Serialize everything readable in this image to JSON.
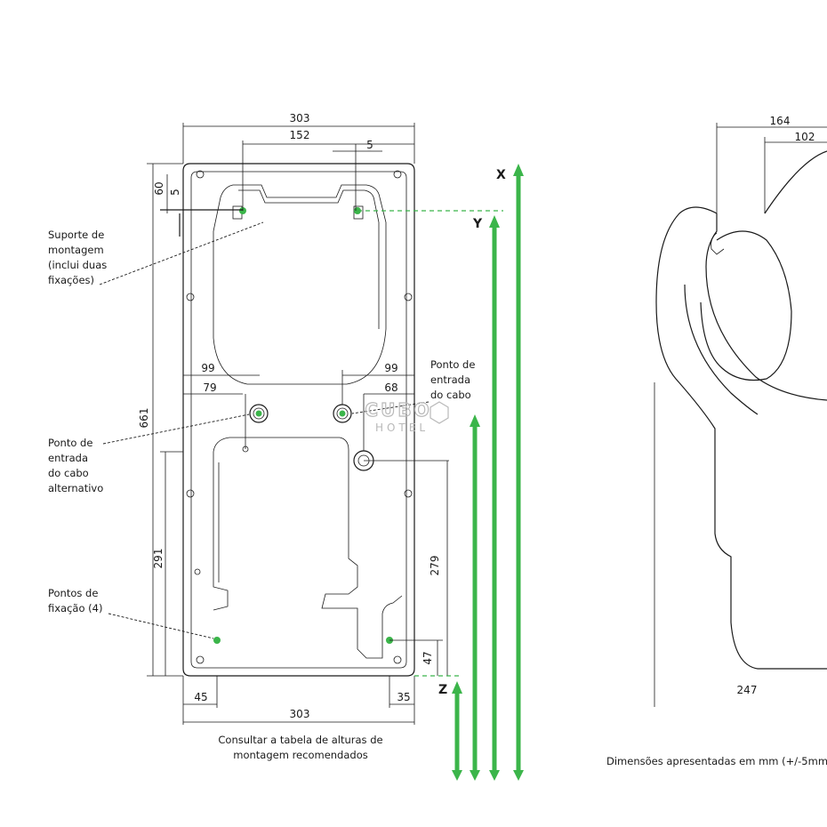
{
  "dimensions": {
    "d303_top": "303",
    "d152": "152",
    "d5_top": "5",
    "d60": "60",
    "d5_left": "5",
    "d661": "661",
    "d99_left": "99",
    "d79": "79",
    "d99_right": "99",
    "d68": "68",
    "d291": "291",
    "d279": "279",
    "d47": "47",
    "d45": "45",
    "d35": "35",
    "d303_bottom": "303",
    "d164": "164",
    "d102": "102",
    "d247": "247"
  },
  "labels": {
    "mounting_bracket": [
      "Suporte de",
      "montagem",
      "(inclui duas",
      "fixações)"
    ],
    "cable_entry": [
      "Ponto de",
      "entrada",
      "do cabo"
    ],
    "alt_cable_entry": [
      "Ponto de",
      "entrada",
      "do cabo",
      "alternativo"
    ],
    "fixing_points": [
      "Pontos de",
      "fixação (4)"
    ],
    "heights_note": [
      "Consultar a tabela de alturas de",
      "montagem recomendados"
    ],
    "dimensions_note": "Dimensões apresentadas em mm (+/-5mm)"
  },
  "axes": {
    "x": "X",
    "y": "Y",
    "z": "Z"
  },
  "watermark": {
    "line1": "CUBO",
    "line2": "HOTEL"
  },
  "colors": {
    "accent_green": "#3bb54a",
    "line": "#1a1a1a",
    "watermark": "#b9b9b9"
  }
}
